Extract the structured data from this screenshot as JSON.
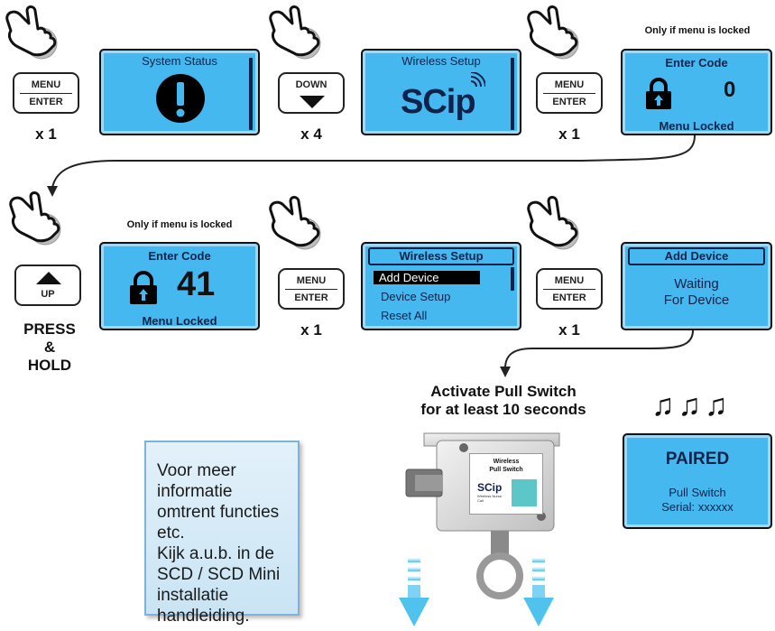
{
  "steps": {
    "s1": {
      "btn_top": "MENU",
      "btn_bottom": "ENTER",
      "count": "x 1",
      "screen_title": "System Status"
    },
    "s2": {
      "btn_label": "DOWN",
      "count": "x 4",
      "screen_title": "Wireless Setup",
      "logo": "SCip"
    },
    "s3": {
      "btn_top": "MENU",
      "btn_bottom": "ENTER",
      "count": "x 1",
      "note": "Only if menu is locked",
      "screen_title": "Enter Code",
      "code": "0",
      "status": "Menu Locked"
    },
    "s4": {
      "btn_label": "UP",
      "action_line1": "PRESS",
      "action_line2": "&",
      "action_line3": "HOLD",
      "note": "Only if menu is locked",
      "screen_title": "Enter Code",
      "code": "41",
      "status": "Menu Locked"
    },
    "s5": {
      "btn_top": "MENU",
      "btn_bottom": "ENTER",
      "count": "x 1",
      "menu_title": "Wireless Setup",
      "items": [
        "Add Device",
        "Device Setup",
        "Reset All"
      ]
    },
    "s6": {
      "btn_top": "MENU",
      "btn_bottom": "ENTER",
      "count": "x 1",
      "screen_title": "Add Device",
      "line1": "Waiting",
      "line2": "For Device"
    }
  },
  "activate": {
    "line1": "Activate Pull Switch",
    "line2": "for at least 10 seconds"
  },
  "device": {
    "label1": "Wireless",
    "label2": "Pull Switch",
    "logo": "SCip",
    "sub": "Wireless Nurse Call"
  },
  "paired": {
    "title": "PAIRED",
    "line1": "Pull Switch",
    "line2": "Serial: xxxxxx",
    "music": "♫♫♫"
  },
  "info": {
    "text_lines": [
      "Voor meer informatie",
      "omtrent functies etc.",
      "Kijk a.u.b. in de",
      "SCD / SCD Mini",
      "installatie handleiding."
    ]
  },
  "colors": {
    "screen_blue": "#44b8ef",
    "arrow_blue": "#4fc3ee"
  }
}
